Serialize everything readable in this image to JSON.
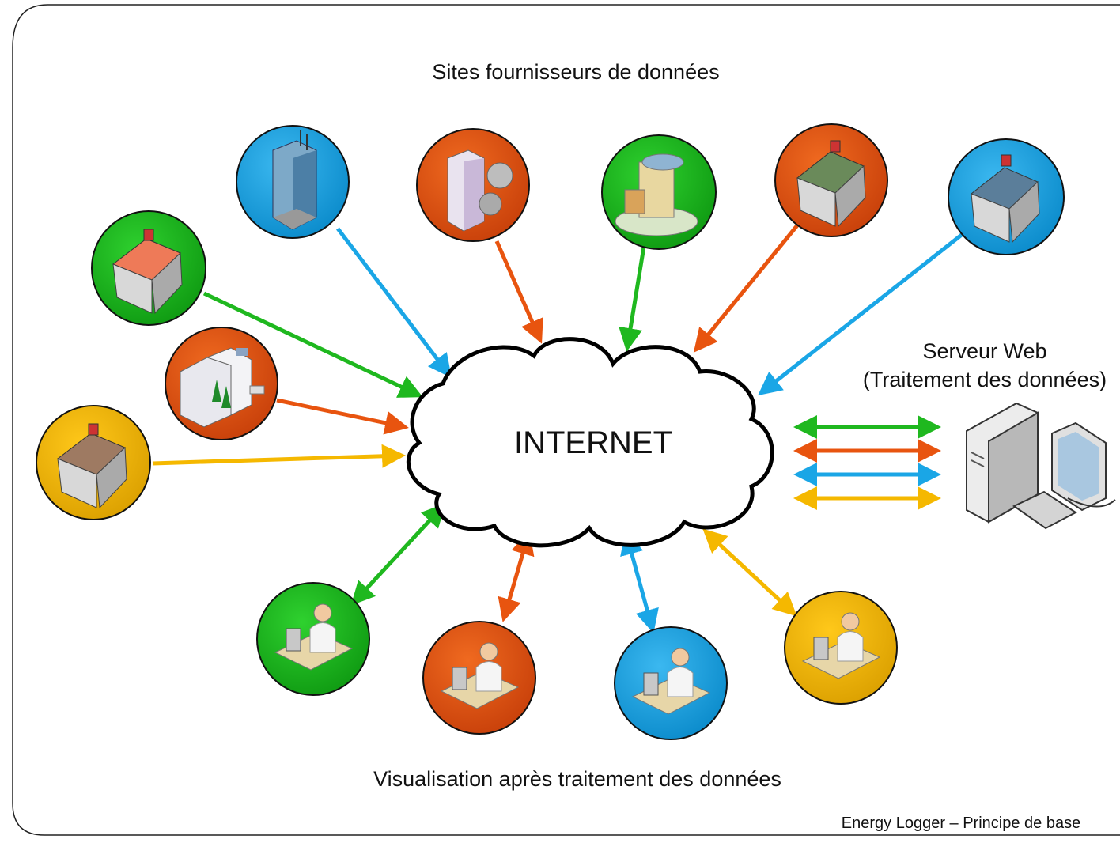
{
  "diagram": {
    "title_top": "Sites fournisseurs de données",
    "cloud_label": "INTERNET",
    "server_label_line1": "Serveur Web",
    "server_label_line2": "(Traitement des données)",
    "viz_label": "Visualisation après traitement des données",
    "footer": "Energy Logger – Principe de base"
  },
  "colors": {
    "green": "#1fb81f",
    "orange": "#e8540f",
    "blue": "#1aa6e6",
    "yellow": "#f5b800",
    "frame": "#222222"
  },
  "sites": [
    {
      "icon": "office-tower-icon",
      "color": "blue"
    },
    {
      "icon": "building-globe-icon",
      "color": "orange"
    },
    {
      "icon": "round-office-building-icon",
      "color": "green"
    },
    {
      "icon": "house-icon",
      "color": "orange"
    },
    {
      "icon": "house-icon",
      "color": "blue"
    },
    {
      "icon": "house-icon",
      "color": "green"
    },
    {
      "icon": "office-complex-icon",
      "color": "orange"
    },
    {
      "icon": "house-icon",
      "color": "yellow"
    }
  ],
  "viewers": [
    {
      "icon": "user-at-desk-icon",
      "color": "green"
    },
    {
      "icon": "user-at-desk-icon",
      "color": "orange"
    },
    {
      "icon": "user-at-desk-icon",
      "color": "blue"
    },
    {
      "icon": "user-at-desk-icon",
      "color": "yellow"
    }
  ],
  "server": {
    "icon": "desktop-computer-icon",
    "link_colors": [
      "green",
      "orange",
      "blue",
      "yellow"
    ]
  }
}
